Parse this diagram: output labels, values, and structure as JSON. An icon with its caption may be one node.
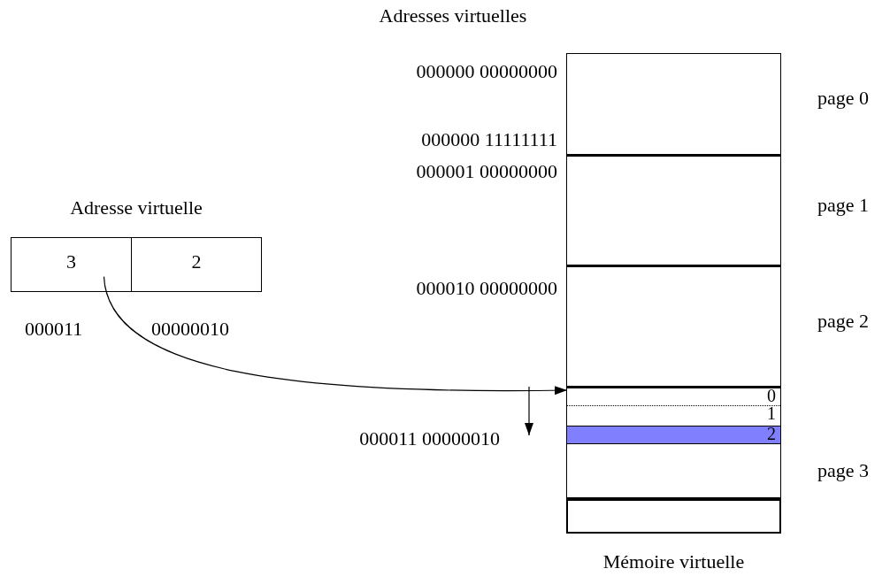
{
  "diagram": {
    "nodes": [
      {
        "text": [
          "Adresse virtuelle"
        ]
      },
      {
        "text": [
          "3"
        ],
        "in": 0,
        "beside": [
          "000011"
        ]
      },
      {
        "text": [
          "2"
        ],
        "in": 0,
        "beside": [
          "00000010"
        ]
      },
      {
        "text": [
          "Mémoire virtuelle"
        ]
      },
      {
        "text": [
          "page 0"
        ],
        "in": 3
      },
      {
        "text": [
          "page 1"
        ],
        "in": 3
      },
      {
        "text": [
          "page 2"
        ],
        "in": 3
      },
      {
        "text": [
          "page 3"
        ],
        "in": 3
      },
      {
        "text": [
          "0"
        ],
        "in": 7
      },
      {
        "text": [
          "1"
        ],
        "in": 7
      },
      {
        "text": [
          "2"
        ],
        "in": 7
      },
      {
        "text": [],
        "shape": "box",
        "in": 3
      }
    ],
    "edges": [
      {
        "from": 1,
        "to": 7,
        "arrow": "to"
      }
    ],
    "labels": [
      "Adresses virtuelles",
      "000000 00000000",
      "000000 11111111",
      "000001 00000000",
      "000010 00000000",
      "000011 00000010"
    ]
  }
}
